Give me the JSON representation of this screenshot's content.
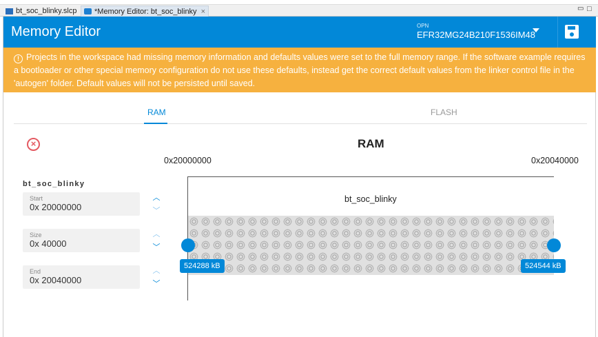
{
  "editor_tabs": [
    {
      "label": "bt_soc_blinky.slcp",
      "icon": "project-icon"
    },
    {
      "label": "*Memory Editor: bt_soc_blinky",
      "icon": "memory-editor-icon",
      "close": "×"
    }
  ],
  "window_controls": {
    "minimize": "▭",
    "maximize": "□"
  },
  "header": {
    "title": "Memory Editor",
    "opn_label": "OPN",
    "opn_value": "EFR32MG24B210F1536IM48",
    "accent": "#0288d8"
  },
  "banner": {
    "icon": "!",
    "text": "Projects in the workspace had missing memory information and defaults values were set to the full memory range. If the software example requires a bootloader or other special memory configuration do not use these defaults, instead get the correct default values from the linker control file in the 'autogen' folder. Default values will not be persisted until saved.",
    "color": "#f6b13f"
  },
  "tabs": {
    "ram": "RAM",
    "flash": "FLASH",
    "active": "RAM"
  },
  "chart": {
    "title": "RAM",
    "start_addr": "0x20000000",
    "end_addr": "0x20040000",
    "region_label": "bt_soc_blinky",
    "left_handle": "524288 kB",
    "right_handle": "524544 kB"
  },
  "project": {
    "name": "bt_soc_blinky",
    "start": {
      "label": "Start",
      "value": "0x 20000000"
    },
    "size": {
      "label": "Size",
      "value": "0x 40000"
    },
    "end": {
      "label": "End",
      "value": "0x 20040000"
    }
  },
  "close_icon": "×",
  "chev_up": "︿",
  "chev_down": "﹀"
}
